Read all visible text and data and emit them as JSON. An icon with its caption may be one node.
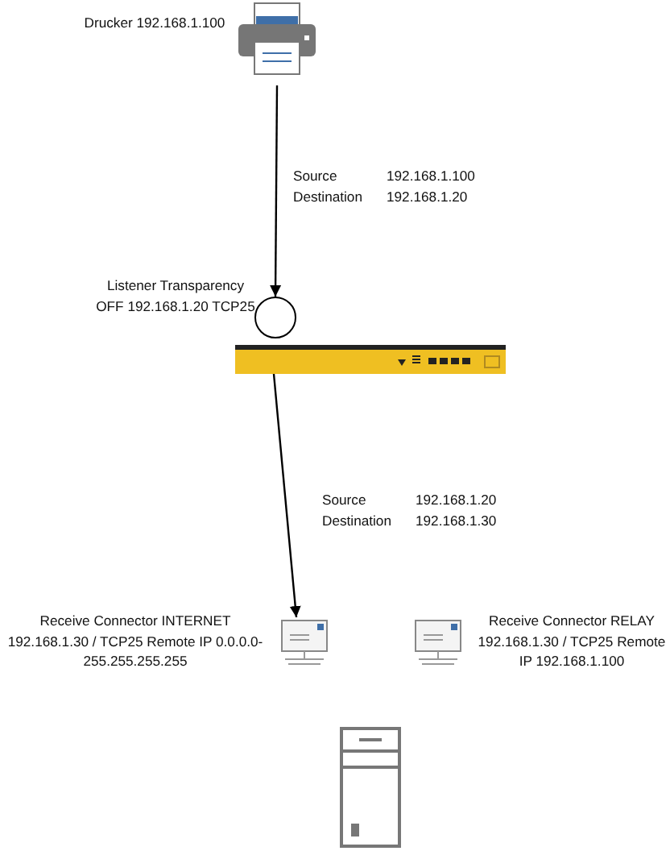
{
  "diagram": {
    "nodes": [
      {
        "text": [],
        "shape": "printer",
        "beside": [
          "Drucker 192.168.1.100"
        ]
      },
      {
        "text": [],
        "shape": "circle",
        "beside": [
          "Listener Transparency OFF 192.168.1.20 TCP25"
        ]
      },
      {
        "text": [],
        "shape": "appliance"
      },
      {
        "text": [],
        "shape": "computer",
        "beside": [
          "Receive Connector INTERNET 192.168.1.30 / TCP25 Remote IP 0.0.0.0-255.255.255.255"
        ]
      },
      {
        "text": [],
        "shape": "computer",
        "beside": [
          "Receive Connector RELAY 192.168.1.30 / TCP25 Remote IP 192.168.1.100"
        ]
      },
      {
        "text": [],
        "shape": "server"
      }
    ],
    "edges": [
      {
        "from": 0,
        "to": 1,
        "arrow": "to"
      },
      {
        "from": 2,
        "to": 3,
        "arrow": "to"
      }
    ],
    "labels": [
      "Source",
      "192.168.1.100",
      "Destination",
      "192.168.1.20",
      "Source",
      "192.168.1.20",
      "Destination",
      "192.168.1.30"
    ]
  }
}
